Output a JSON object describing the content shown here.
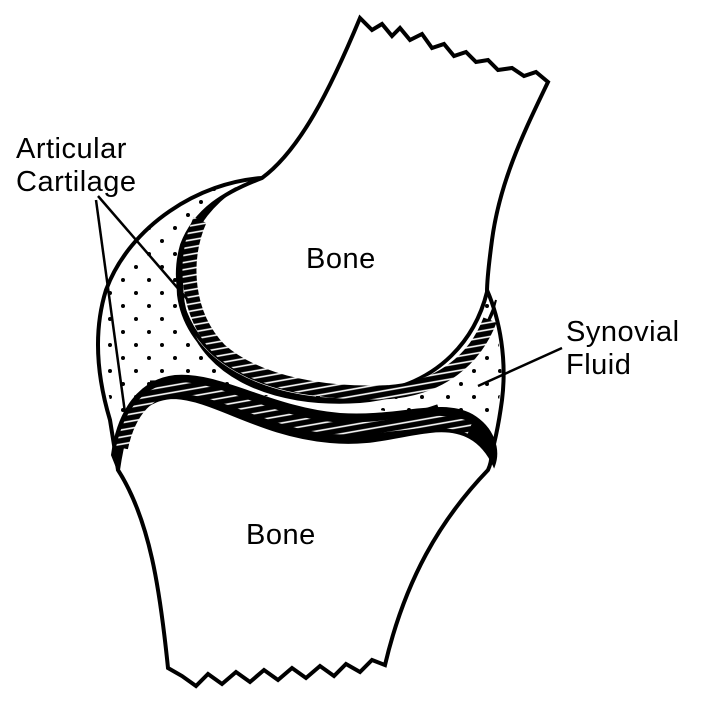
{
  "labels": {
    "articular_line1": "Articular",
    "articular_line2": "Cartilage",
    "synovial_line1": "Synovial",
    "synovial_line2": "Fluid",
    "bone_upper": "Bone",
    "bone_lower": "Bone"
  },
  "colors": {
    "ink": "#000000",
    "paper": "#ffffff"
  }
}
